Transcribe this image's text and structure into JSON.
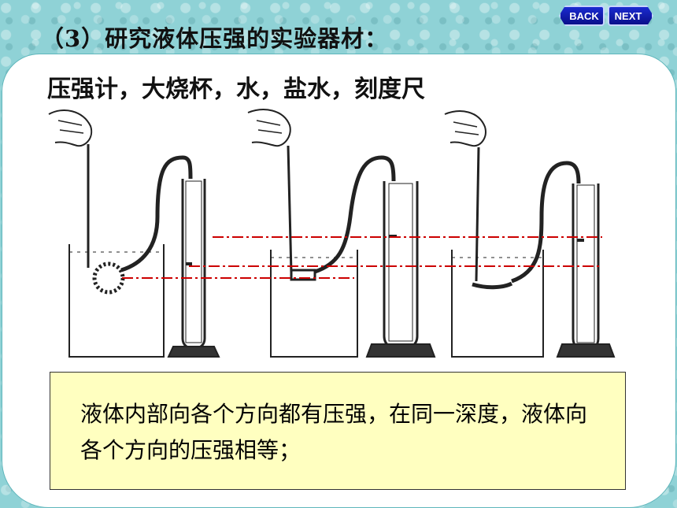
{
  "title": "（3）研究液体压强的实验器材：",
  "nav": {
    "back_label": "BACK",
    "next_label": "NEXT"
  },
  "materials": "压强计，大烧杯，水，盐水，刻度尺",
  "conclusion": "液体内部向各个方向都有压强，在同一深度，液体向各个方向的压强相等；",
  "colors": {
    "background": "#8fd2d6",
    "conclusion_box": "#ffffc0",
    "guide_line": "#cc0000"
  }
}
